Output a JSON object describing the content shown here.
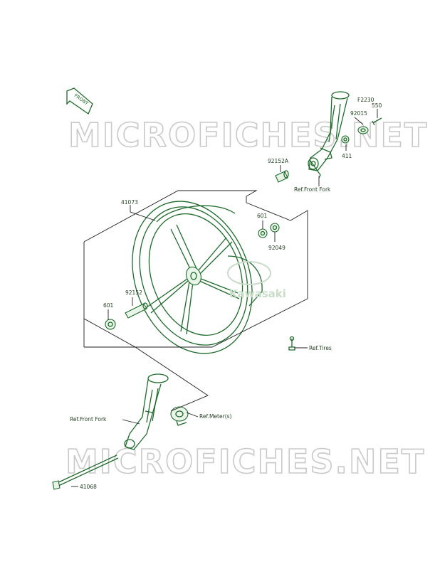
{
  "diagram_code": "F2230",
  "front_indicator": "FRONT",
  "watermark": "MICROFICHES.NET",
  "brand_logo": "Kawasaki",
  "parts": {
    "p550": "550",
    "p92015": "92015",
    "p411": "411",
    "p92152A": "92152A",
    "ref_front_fork_top": "Ref.Front Fork",
    "p41073": "41073",
    "p601_right": "601",
    "p92049": "92049",
    "p92152": "92152",
    "p601_left": "601",
    "ref_tires": "Ref.Tires",
    "ref_front_fork_bottom": "Ref.Front Fork",
    "ref_meters": "Ref.Meter(s)",
    "p41068": "41068"
  },
  "colors": {
    "part_line": "#1d6b2a",
    "callout_line": "#1d1d1d",
    "watermark": "#c9c9c9"
  }
}
